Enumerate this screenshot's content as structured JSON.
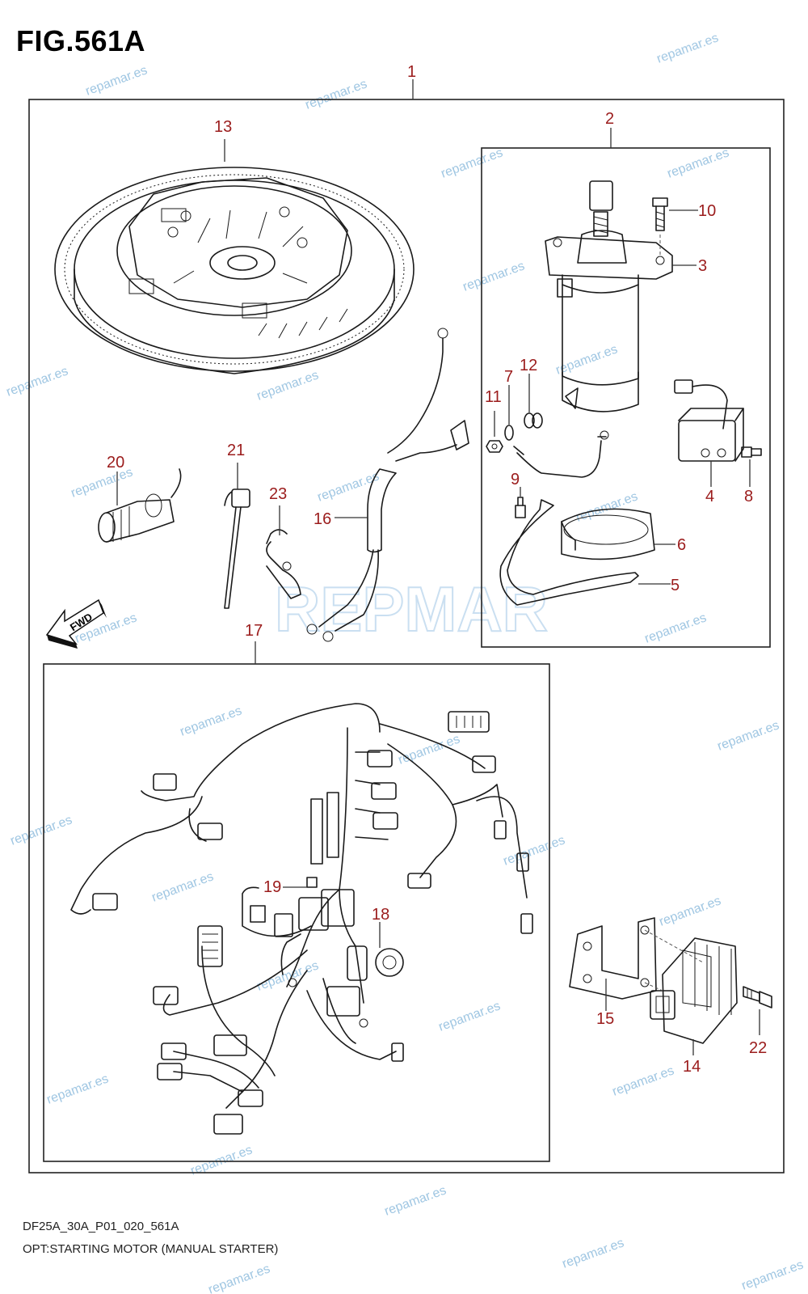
{
  "figure": {
    "title": "FIG.561A",
    "model_code": "DF25A_30A_P01_020_561A",
    "caption": "OPT:STARTING MOTOR (MANUAL STARTER)",
    "fwd_label": "FWD"
  },
  "callouts": [
    "1",
    "2",
    "3",
    "4",
    "5",
    "6",
    "7",
    "8",
    "9",
    "10",
    "11",
    "12",
    "13",
    "14",
    "15",
    "16",
    "17",
    "18",
    "19",
    "20",
    "21",
    "22",
    "23"
  ],
  "watermark": {
    "text": "repamar.es",
    "logo_text": "REPMAR",
    "color": "#7fb3d9"
  },
  "colors": {
    "callout": "#9b1c1c",
    "line": "#1a1a1a"
  }
}
